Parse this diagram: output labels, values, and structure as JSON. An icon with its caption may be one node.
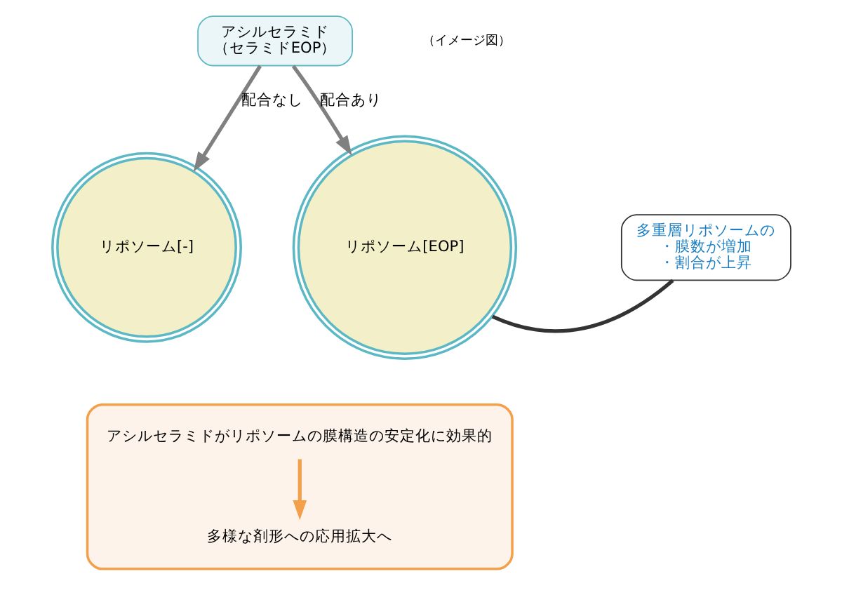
{
  "diagram": {
    "nodes": [
      {
        "text": [
          "アシルセラミド",
          "（セラミドEOP）"
        ]
      },
      {
        "text": [
          "リポソーム[-]"
        ]
      },
      {
        "text": [
          "リポソーム[EOP]"
        ]
      },
      {
        "text": [
          "多重層リポソームの",
          "・膜数が増加",
          "・割合が上昇"
        ]
      },
      {
        "text": [],
        "shape": "box"
      },
      {
        "text": [
          "アシルセラミドがリポソームの膜構造の安定化に効果的"
        ],
        "in": 4
      },
      {
        "text": [
          "多様な剤形への応用拡大へ"
        ],
        "in": 4
      }
    ],
    "edges": [
      {
        "from": 0,
        "to": 1,
        "arrow": "to",
        "label": "配合なし",
        "color": "#808080"
      },
      {
        "from": 0,
        "to": 2,
        "arrow": "to",
        "label": "配合あり",
        "color": "#808080"
      },
      {
        "from": 3,
        "to": 2,
        "arrow": "none",
        "color": "#333333"
      },
      {
        "from": 5,
        "to": 6,
        "arrow": "to",
        "color": "#f4a04a"
      }
    ],
    "labels": [
      "（イメージ図）"
    ]
  }
}
